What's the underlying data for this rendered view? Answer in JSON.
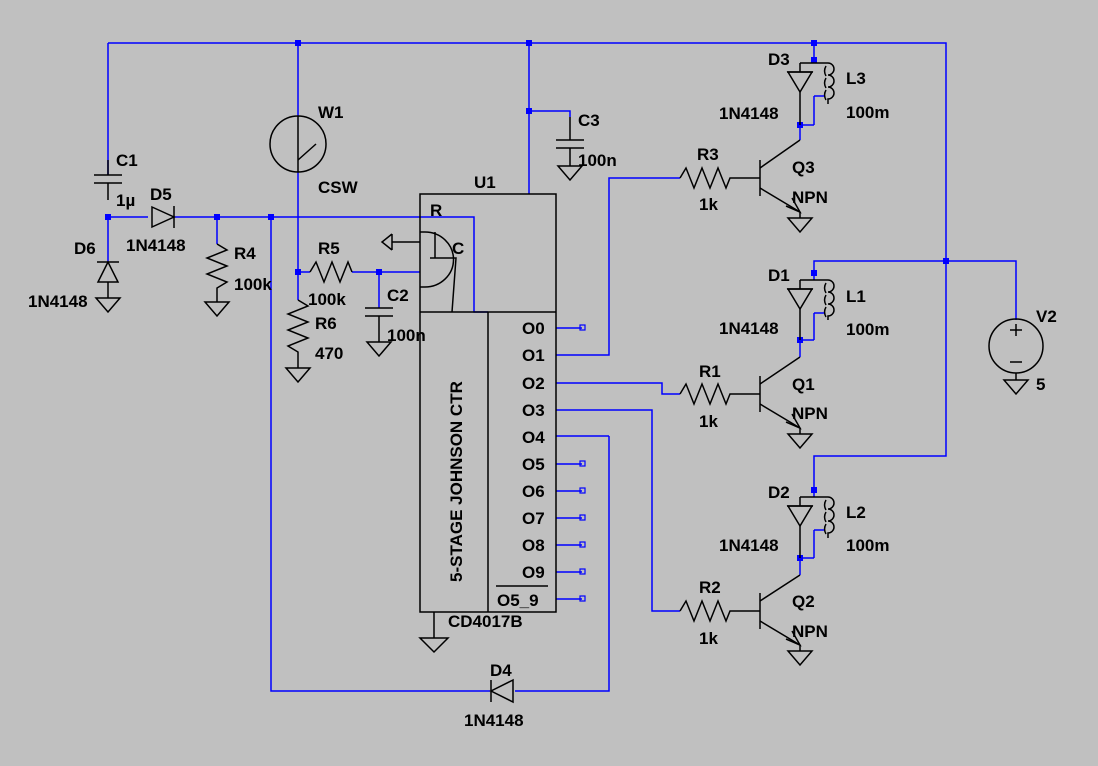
{
  "colors": {
    "background": "#c0c0c0",
    "wire": "#0000ff",
    "component": "#000000",
    "junction": "#0000ff"
  },
  "u1": {
    "name": "U1",
    "part": "CD4017B",
    "body_label": "5-STAGE JOHNSON CTR",
    "pin_r": "R",
    "pin_c": "C",
    "outputs": [
      "O0",
      "O1",
      "O2",
      "O3",
      "O4",
      "O5",
      "O6",
      "O7",
      "O8",
      "O9",
      "O5_9"
    ]
  },
  "w1": {
    "name": "W1",
    "value": "CSW"
  },
  "c1": {
    "name": "C1",
    "value": "1µ"
  },
  "c2": {
    "name": "C2",
    "value": "100n"
  },
  "c3": {
    "name": "C3",
    "value": "100n"
  },
  "d1": {
    "name": "D1",
    "value": "1N4148"
  },
  "d2": {
    "name": "D2",
    "value": "1N4148"
  },
  "d3": {
    "name": "D3",
    "value": "1N4148"
  },
  "d4": {
    "name": "D4",
    "value": "1N4148"
  },
  "d5": {
    "name": "D5",
    "value": "1N4148"
  },
  "d6": {
    "name": "D6",
    "value": "1N4148"
  },
  "r1": {
    "name": "R1",
    "value": "1k"
  },
  "r2": {
    "name": "R2",
    "value": "1k"
  },
  "r3": {
    "name": "R3",
    "value": "1k"
  },
  "r4": {
    "name": "R4",
    "value": "100k"
  },
  "r5": {
    "name": "R5",
    "value": "100k"
  },
  "r6": {
    "name": "R6",
    "value": "470"
  },
  "l1": {
    "name": "L1",
    "value": "100m"
  },
  "l2": {
    "name": "L2",
    "value": "100m"
  },
  "l3": {
    "name": "L3",
    "value": "100m"
  },
  "q1": {
    "name": "Q1",
    "value": "NPN"
  },
  "q2": {
    "name": "Q2",
    "value": "NPN"
  },
  "q3": {
    "name": "Q3",
    "value": "NPN"
  },
  "v2": {
    "name": "V2",
    "value": "5"
  }
}
